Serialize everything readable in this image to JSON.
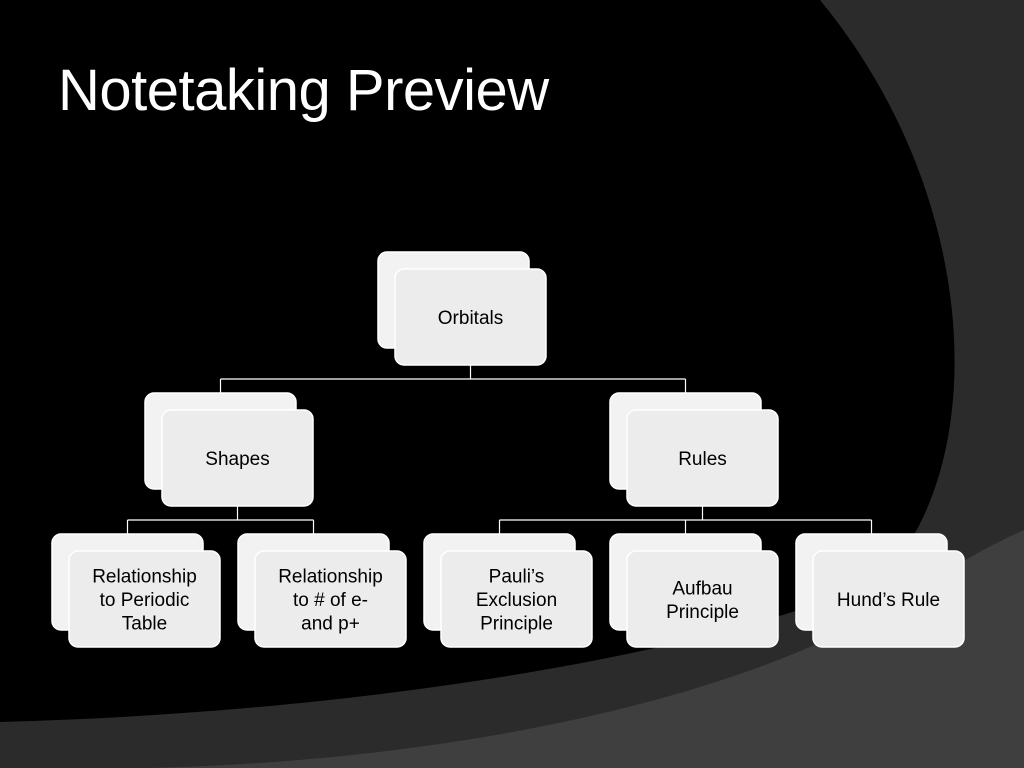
{
  "slide": {
    "title": "Notetaking Preview"
  },
  "hierarchy": {
    "root": {
      "id": "orbitals",
      "lines": [
        "Orbitals"
      ]
    },
    "branches": [
      {
        "id": "shapes",
        "lines": [
          "Shapes"
        ],
        "children": [
          {
            "id": "relationship-periodic-table",
            "lines": [
              "Relationship",
              "to Periodic",
              "Table"
            ]
          },
          {
            "id": "relationship-e-p",
            "lines": [
              "Relationship",
              "to # of e-",
              "and p+"
            ]
          }
        ]
      },
      {
        "id": "rules",
        "lines": [
          "Rules"
        ],
        "children": [
          {
            "id": "paulis-exclusion",
            "lines": [
              "Pauli’s",
              "Exclusion",
              "Principle"
            ]
          },
          {
            "id": "aufbau",
            "lines": [
              "Aufbau",
              "Principle"
            ]
          },
          {
            "id": "hunds-rule",
            "lines": [
              "Hund’s Rule"
            ]
          }
        ]
      }
    ]
  },
  "colors": {
    "background": "#000000",
    "swoosh_dark": "#2b2b2b",
    "swoosh_light": "#3f3f3f",
    "title": "#ffffff",
    "box_back": "#f2f2f2",
    "box_front": "#ececec",
    "box_border": "#ffffff",
    "connector": "#ffffff",
    "label": "#000000"
  }
}
